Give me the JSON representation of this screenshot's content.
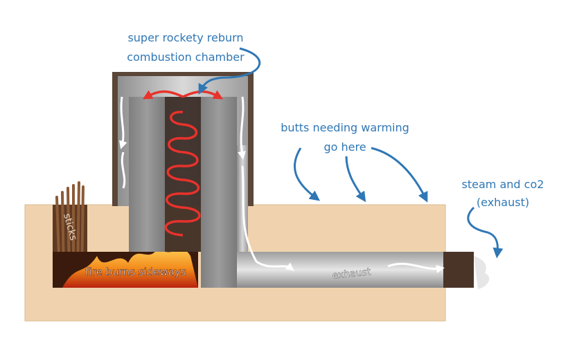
{
  "labels": {
    "reburn_line1": "super rockety reburn",
    "reburn_line2": "combustion chamber",
    "butts_line1": "butts needing warming",
    "butts_line2": "go here",
    "steam_line1": "steam and co2",
    "steam_line2": "(exhaust)",
    "sticks": "sticks",
    "fire": "fire burns sideways",
    "exhaust": "exhaust"
  },
  "colors": {
    "bench": "#f0d3ae",
    "barrel": "#5b4638",
    "column": "#8f8f8f",
    "gas": "#bdbdbd",
    "arrow_blue": "#2f77b5",
    "spiral": "#e8322b",
    "fire": "#f28a1b",
    "chimney_cap": "#4a3428"
  }
}
